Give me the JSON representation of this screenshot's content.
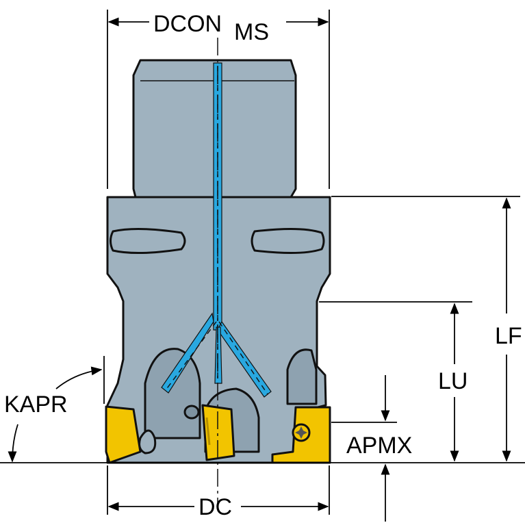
{
  "labels": {
    "dcon": "DCON",
    "dcon_sub": "MS",
    "lf": "LF",
    "lu": "LU",
    "kapr": "KAPR",
    "apmx": "APMX",
    "dc": "DC"
  },
  "colors": {
    "body": "#9fb2bf",
    "body_shadow": "#7e93a1",
    "coolant": "#29a8e0",
    "insert": "#f2c400",
    "insert_dark": "#b58f00",
    "outline": "#111111"
  }
}
